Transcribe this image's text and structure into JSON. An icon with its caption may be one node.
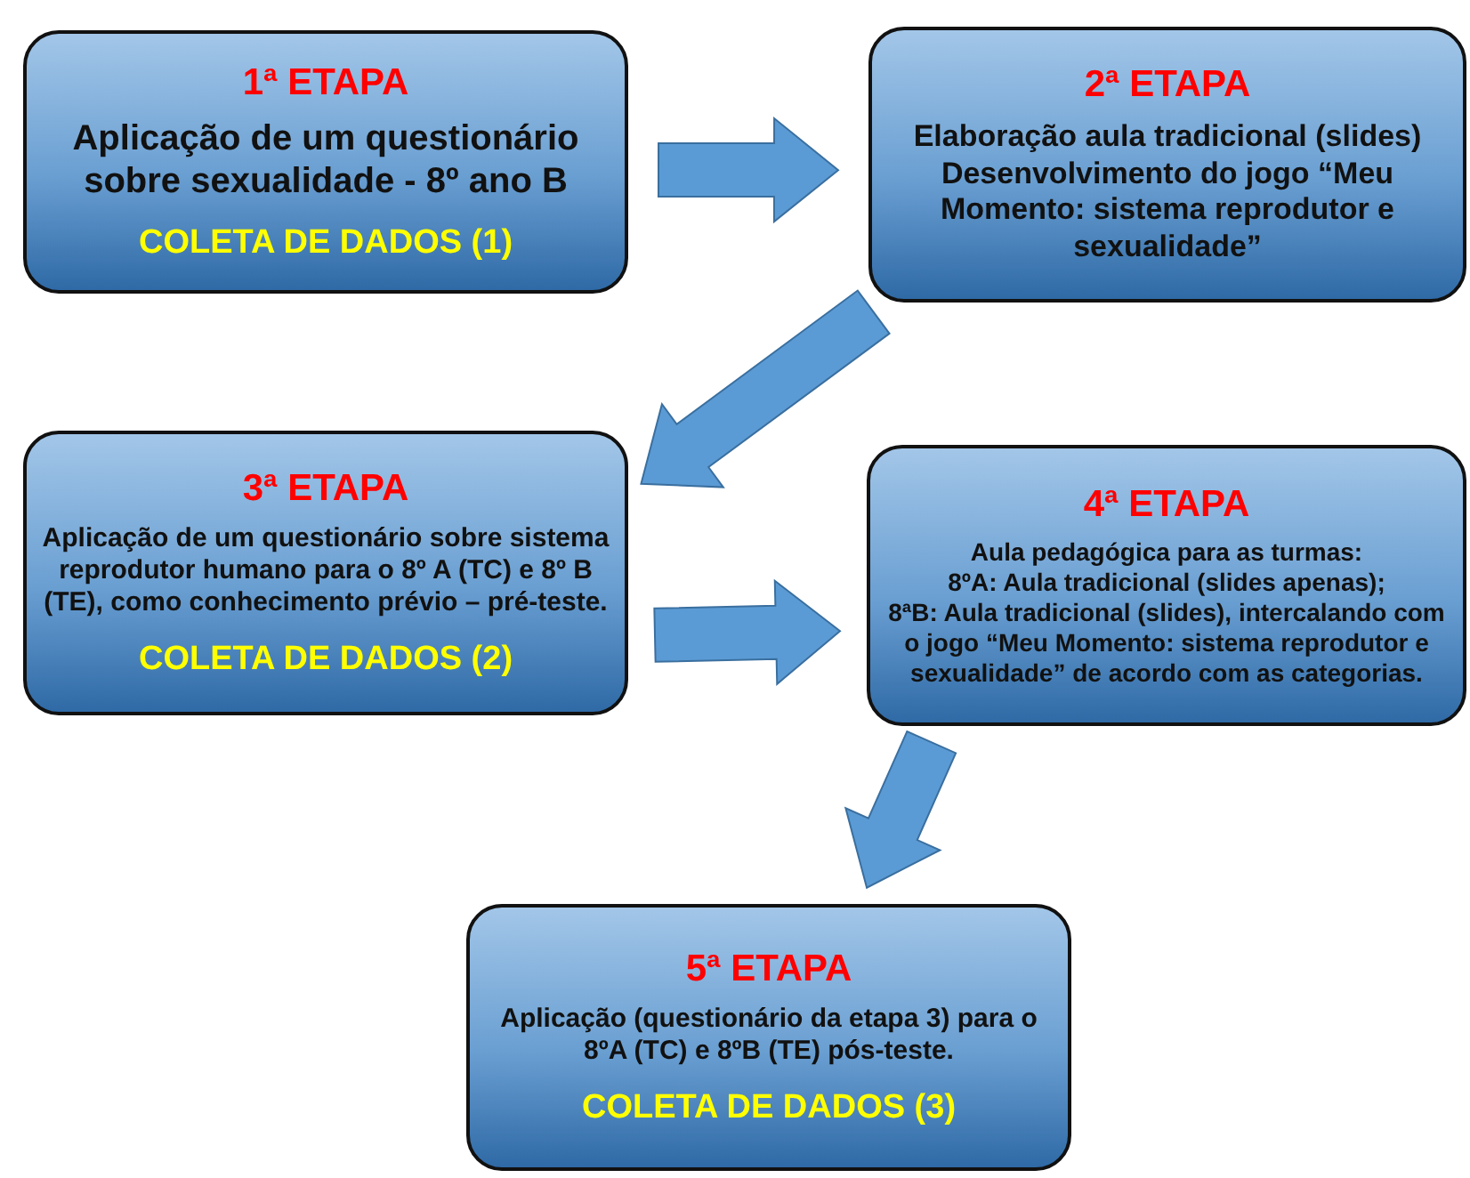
{
  "diagram": {
    "nodes": [
      {
        "text": [
          "1ª ETAPA",
          "Aplicação de um questionário sobre sexualidade - 8º ano B",
          "COLETA DE DADOS (1)"
        ]
      },
      {
        "text": [
          "2ª ETAPA",
          "Elaboração aula tradicional (slides)",
          "Desenvolvimento do jogo “Meu Momento: sistema reprodutor e sexualidade”"
        ]
      },
      {
        "text": [
          "3ª ETAPA",
          "Aplicação de um questionário sobre sistema reprodutor humano para o 8º A  (TC) e 8º B (TE), como conhecimento prévio – pré-teste.",
          "COLETA DE DADOS (2)"
        ]
      },
      {
        "text": [
          "4ª ETAPA",
          "Aula pedagógica para as turmas:",
          "8ºA: Aula tradicional (slides apenas);",
          "8ªB: Aula tradicional (slides), intercalando com o jogo “Meu Momento: sistema reprodutor e sexualidade” de acordo com as categorias."
        ]
      },
      {
        "text": [
          "5ª ETAPA",
          "Aplicação (questionário da etapa 3) para o 8ºA (TC) e 8ºB (TE) pós-teste.",
          "COLETA DE DADOS (3)"
        ]
      }
    ],
    "edges": [
      {
        "from": 0,
        "to": 1,
        "arrow": "to"
      },
      {
        "from": 1,
        "to": 2,
        "arrow": "to"
      },
      {
        "from": 2,
        "to": 3,
        "arrow": "to"
      },
      {
        "from": 3,
        "to": 4,
        "arrow": "to"
      }
    ]
  }
}
